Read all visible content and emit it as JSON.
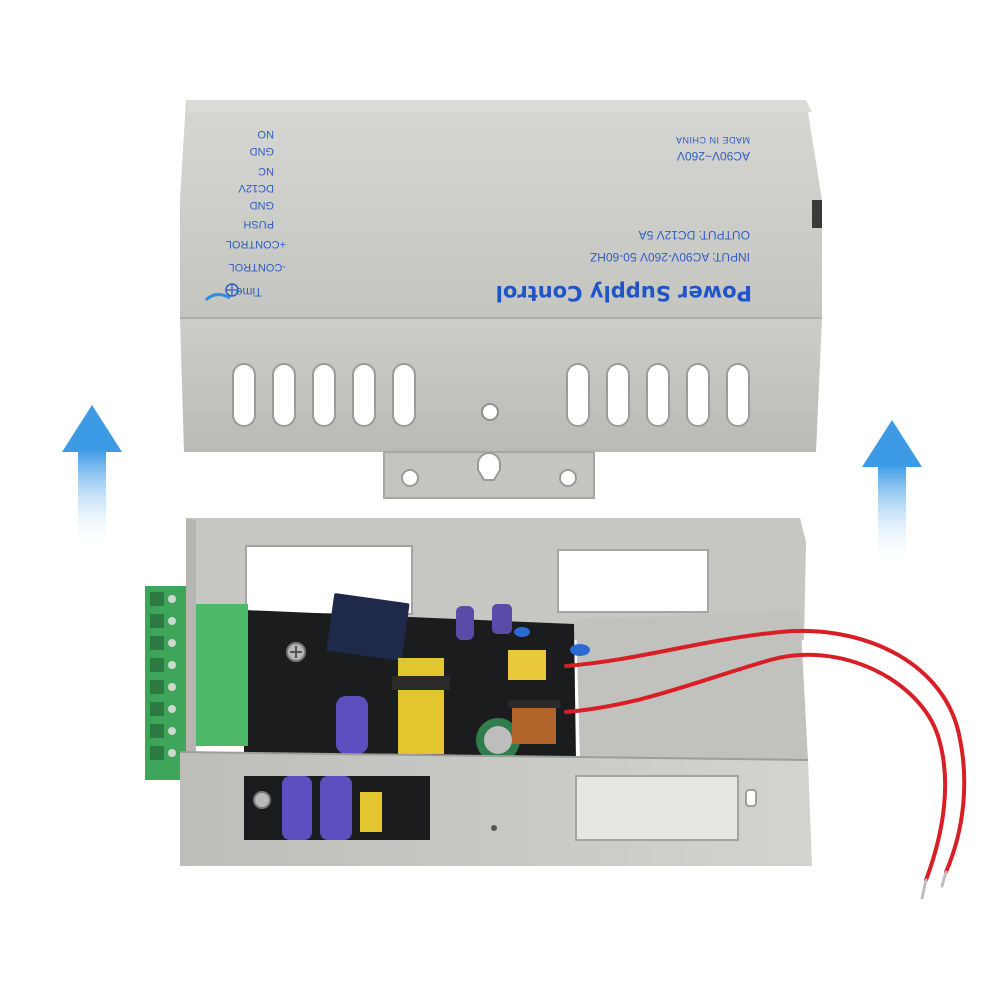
{
  "lid": {
    "title": "Power Supply Control",
    "input": "INPUT: AC90V-260V 50-60HZ",
    "output": "OUTPUT: DC12V 5A",
    "ac_range": "AC90V~260V",
    "origin": "MADE IN CHINA",
    "brand": "Time",
    "terminals": [
      "NO",
      "GND",
      "NC",
      "DC12V",
      "GND",
      "PUSH",
      "+CONTROL",
      "-CONTROL"
    ]
  },
  "colors": {
    "enclosure": "#c9c9c6",
    "enclosure_shadow": "#a9a9a6",
    "print_blue": "#2f5fc4",
    "arrow_blue": "#4aa3e8",
    "pcb": "#1b1c1e",
    "terminal_green": "#3fa55a",
    "wire_red": "#d81f26"
  },
  "arrows": {
    "left_icon": "up-arrow-icon",
    "right_icon": "up-arrow-icon"
  }
}
